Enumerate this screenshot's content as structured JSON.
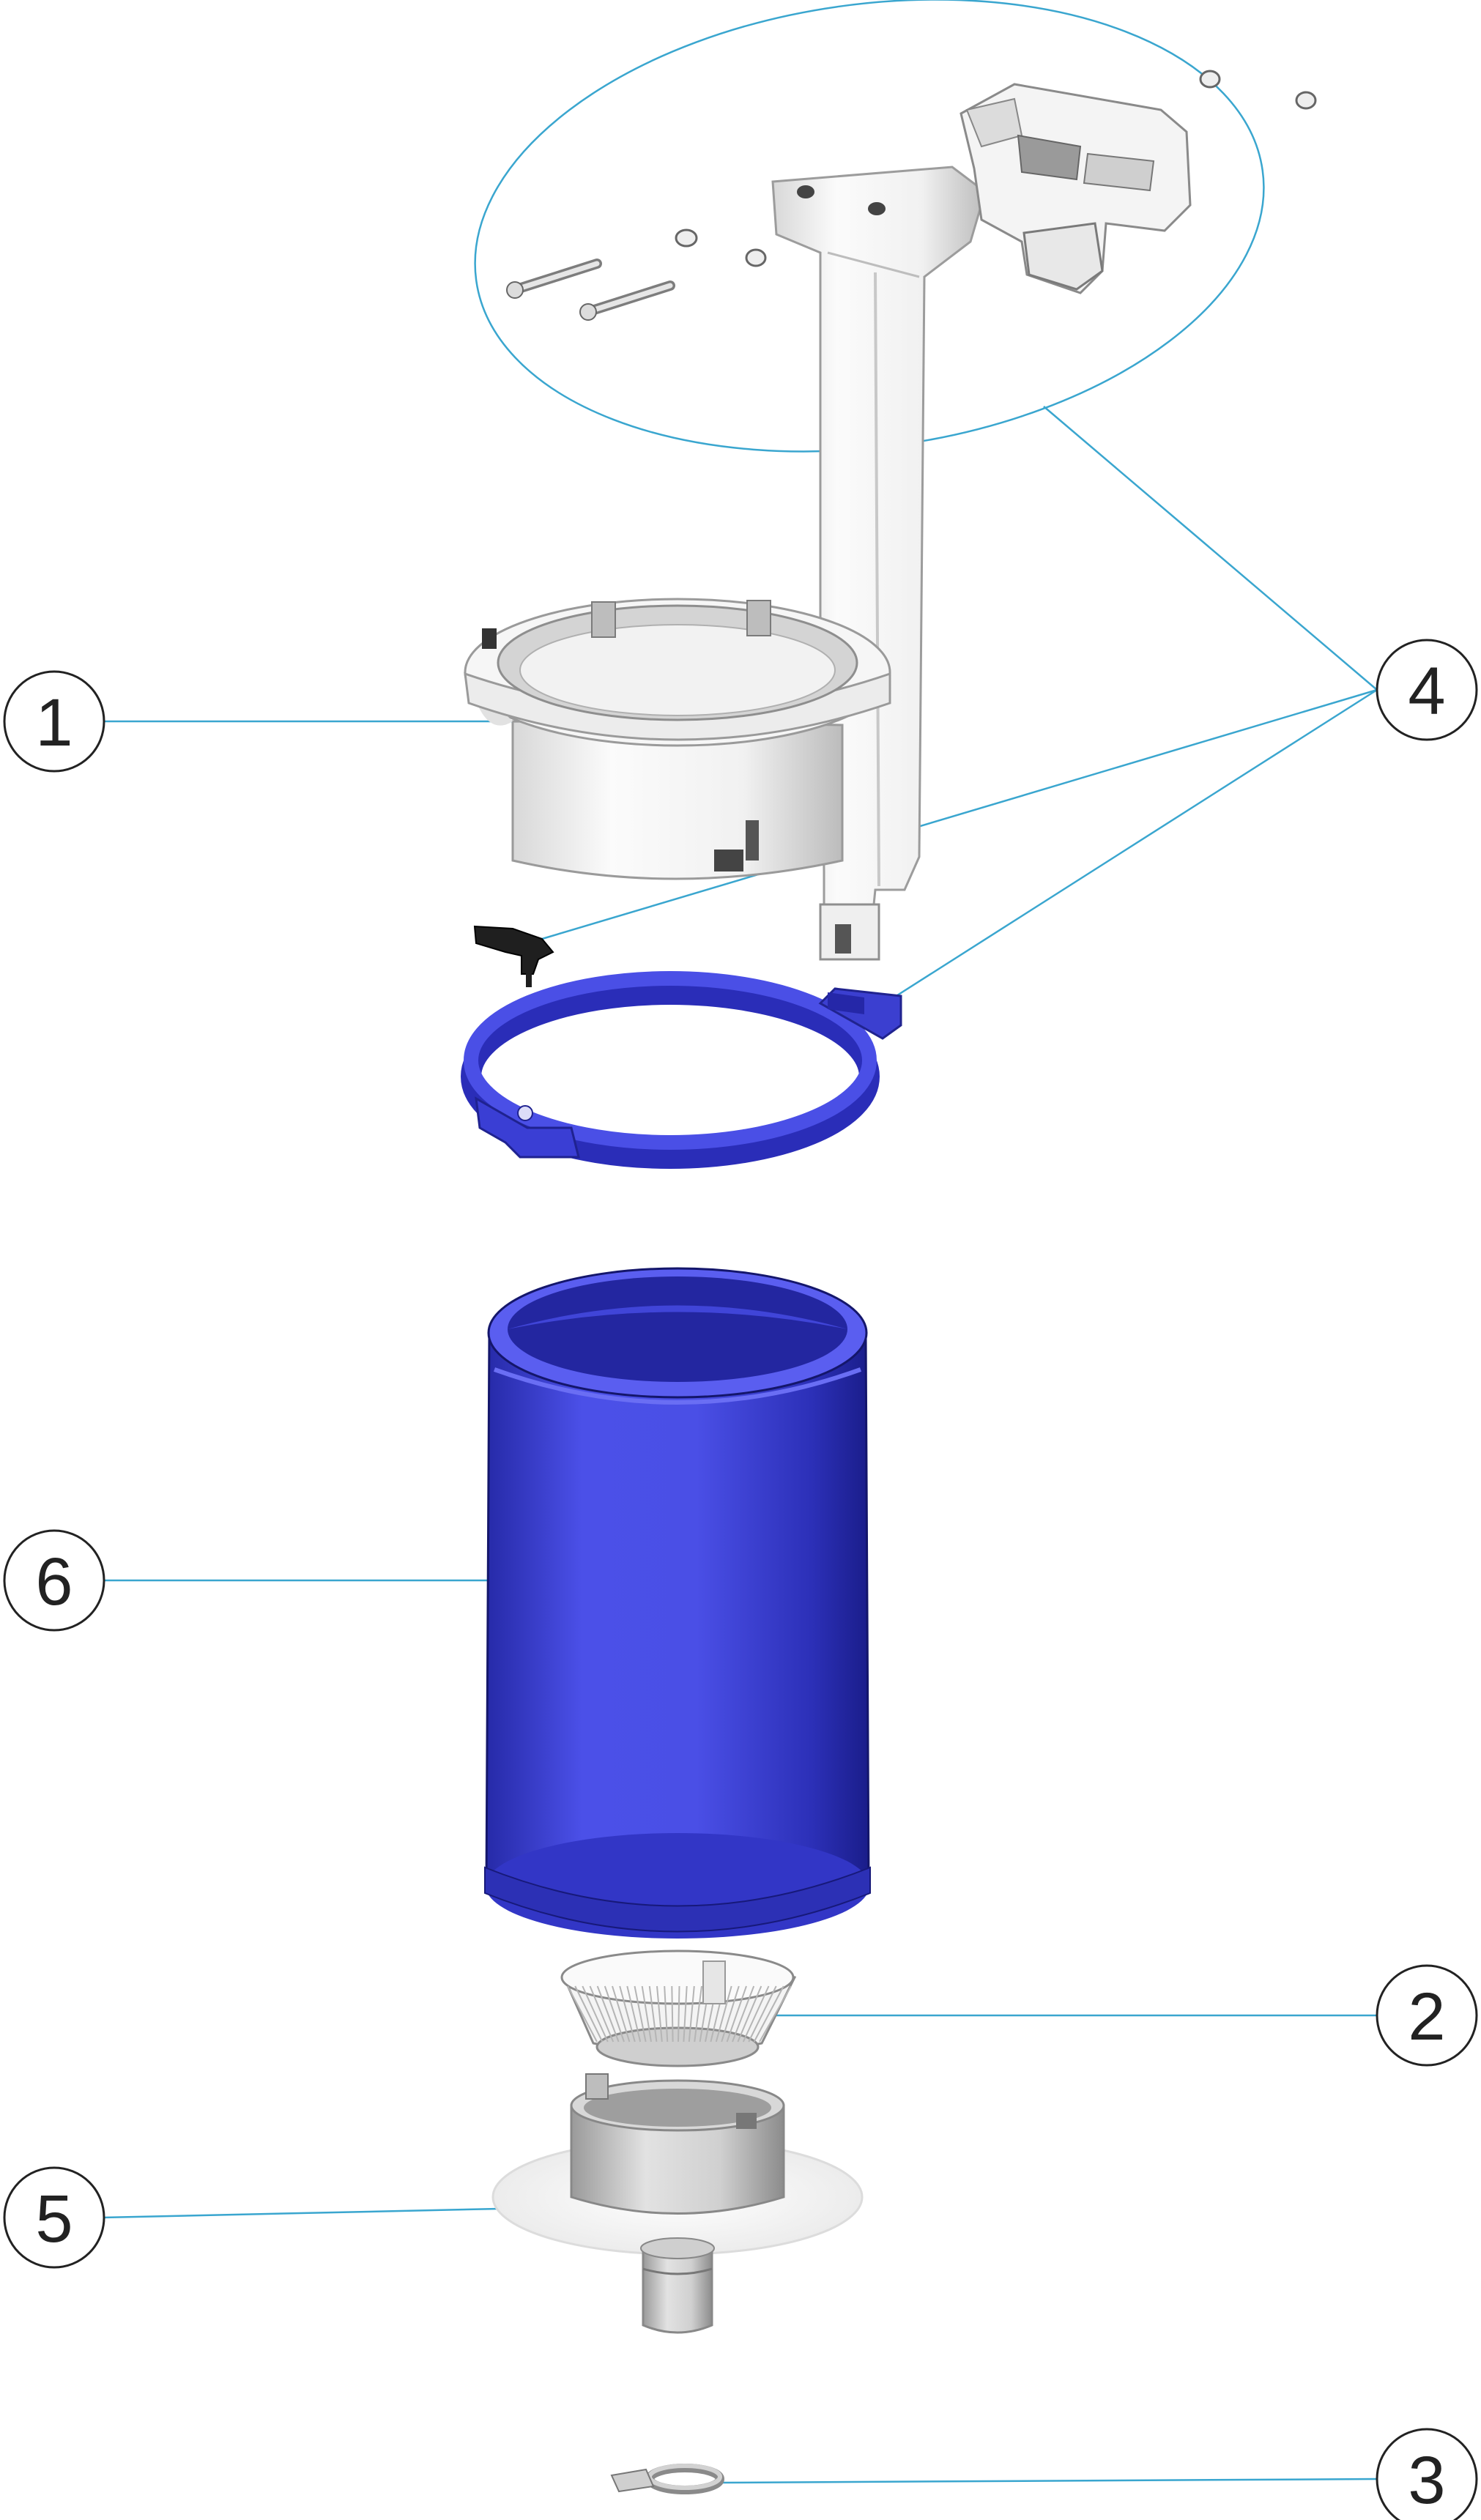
{
  "colors": {
    "leader_line": "#3aa6cf",
    "callout_stroke": "#222222",
    "part_blue": "#4a4fe6",
    "part_blue_dark": "#1c1f99",
    "part_white": "#f2f2f2",
    "part_grey": "#bdbdbd",
    "part_black": "#1a1a1a"
  },
  "callouts": [
    {
      "id": "1",
      "label": "1"
    },
    {
      "id": "2",
      "label": "2"
    },
    {
      "id": "3",
      "label": "3"
    },
    {
      "id": "4",
      "label": "4"
    },
    {
      "id": "5",
      "label": "5"
    },
    {
      "id": "6",
      "label": "6"
    }
  ]
}
